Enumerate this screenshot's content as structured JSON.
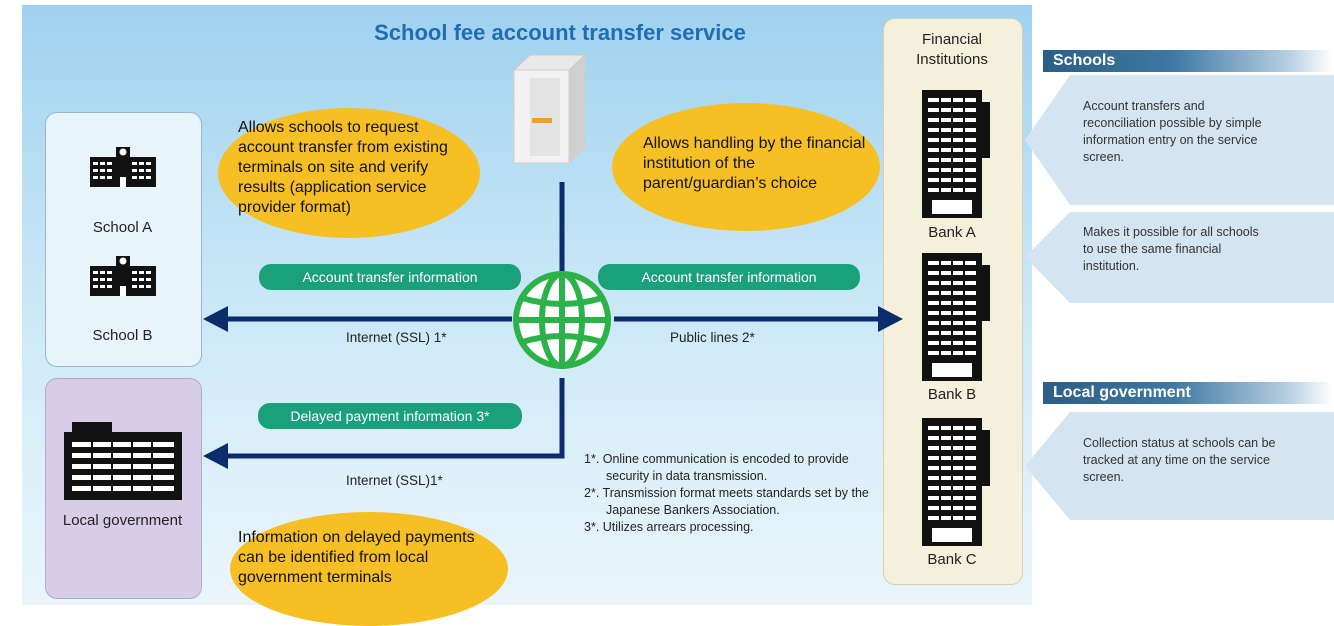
{
  "title": "School fee account transfer service",
  "entities": {
    "school_a": "School A",
    "school_b": "School B",
    "local_government": "Local government",
    "financial_institutions": "Financial\nInstitutions",
    "bank_a": "Bank A",
    "bank_b": "Bank B",
    "bank_c": "Bank C"
  },
  "bubbles": {
    "schools_request": "Allows schools to request account transfer from existing terminals on site and verify results (application service provider format)",
    "guardian_choice": "Allows handling by the financial institution of the parent/guardian’s choice",
    "delayed_payments": "Information on delayed payments can be identified from local government terminals"
  },
  "flows": {
    "account_transfer_left": "Account transfer information",
    "account_transfer_right": "Account transfer information",
    "delayed_payment": "Delayed payment information 3*",
    "internet_ssl_1": "Internet (SSL) 1*",
    "public_lines": "Public lines 2*",
    "internet_ssl_2": "Internet (SSL)1*"
  },
  "notes": [
    "1*. Online communication is encoded to provide security in data transmission.",
    "2*. Transmission format meets standards set by the Japanese Bankers Association.",
    "3*. Utilizes arrears processing."
  ],
  "sidebar": {
    "schools_header": "Schools",
    "schools_point1": "Account transfers and reconciliation possible by simple information entry on the service screen.",
    "schools_point2": "Makes it possible for all schools to use the same financial institution.",
    "lg_header": "Local government",
    "lg_point1": "Collection status at schools can be tracked at any time on the service screen."
  },
  "colors": {
    "arrow": "#0b2d6b",
    "pill": "#1aa07a",
    "bubble": "#f6c025",
    "title": "#1f6db3",
    "globe": "#2bb34a"
  }
}
